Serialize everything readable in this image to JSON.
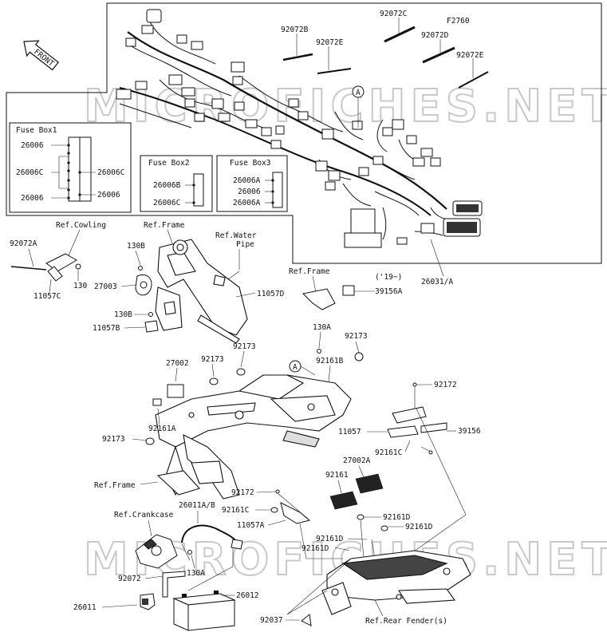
{
  "watermark": "MICROFICHES.NET",
  "front_label": "FRONT",
  "fig_code": "F2760",
  "fuse_boxes": [
    {
      "title": "Fuse Box1",
      "labels_left": [
        "26006",
        "26006C",
        "26006"
      ],
      "labels_right": [
        "26006C",
        "26006"
      ]
    },
    {
      "title": "Fuse Box2",
      "labels": [
        "26006B",
        "26006C"
      ]
    },
    {
      "title": "Fuse Box3",
      "labels": [
        "26006A",
        "26006",
        "26006A"
      ]
    }
  ],
  "callout_letter": "A",
  "parts": {
    "p92072B": "92072B",
    "p92072C": "92072C",
    "p92072D": "92072D",
    "p92072E_1": "92072E",
    "p92072E_2": "92072E",
    "p92072A": "92072A",
    "p11057C": "11057C",
    "p130": "130",
    "p130B_1": "130B",
    "p130B_2": "130B",
    "p27003": "27003",
    "p11057B": "11057B",
    "p11057D": "11057D",
    "p26031A": "26031/A",
    "p39156A": "39156A",
    "p19": "('19~)",
    "p130A_1": "130A",
    "p92173_1": "92173",
    "p92173_2": "92173",
    "p92173_3": "92173",
    "p92173_4": "92173",
    "p92161B": "92161B",
    "p27002": "27002",
    "p92161A": "92161A",
    "p92172_1": "92172",
    "p92172_2": "92172",
    "p11057": "11057",
    "p39156": "39156",
    "p92161C_1": "92161C",
    "p92161C_2": "92161C",
    "p27002A": "27002A",
    "p92161": "92161",
    "p11057A": "11057A",
    "p92161D_1": "92161D",
    "p92161D_2": "92161D",
    "p92161D_3": "92161D",
    "p92161D_4": "92161D",
    "p26011AB": "26011A/B",
    "p130A_2": "130A",
    "p92072": "92072",
    "p26012": "26012",
    "p26011": "26011",
    "p92037": "92037"
  },
  "refs": {
    "cowling": "Ref.Cowling",
    "frame_1": "Ref.Frame",
    "water_pipe_1": "Ref.Water",
    "water_pipe_2": "Pipe",
    "frame_2": "Ref.Frame",
    "frame_3": "Ref.Frame",
    "crankcase": "Ref.Crankcase",
    "rear_fender": "Ref.Rear Fender(s)"
  }
}
